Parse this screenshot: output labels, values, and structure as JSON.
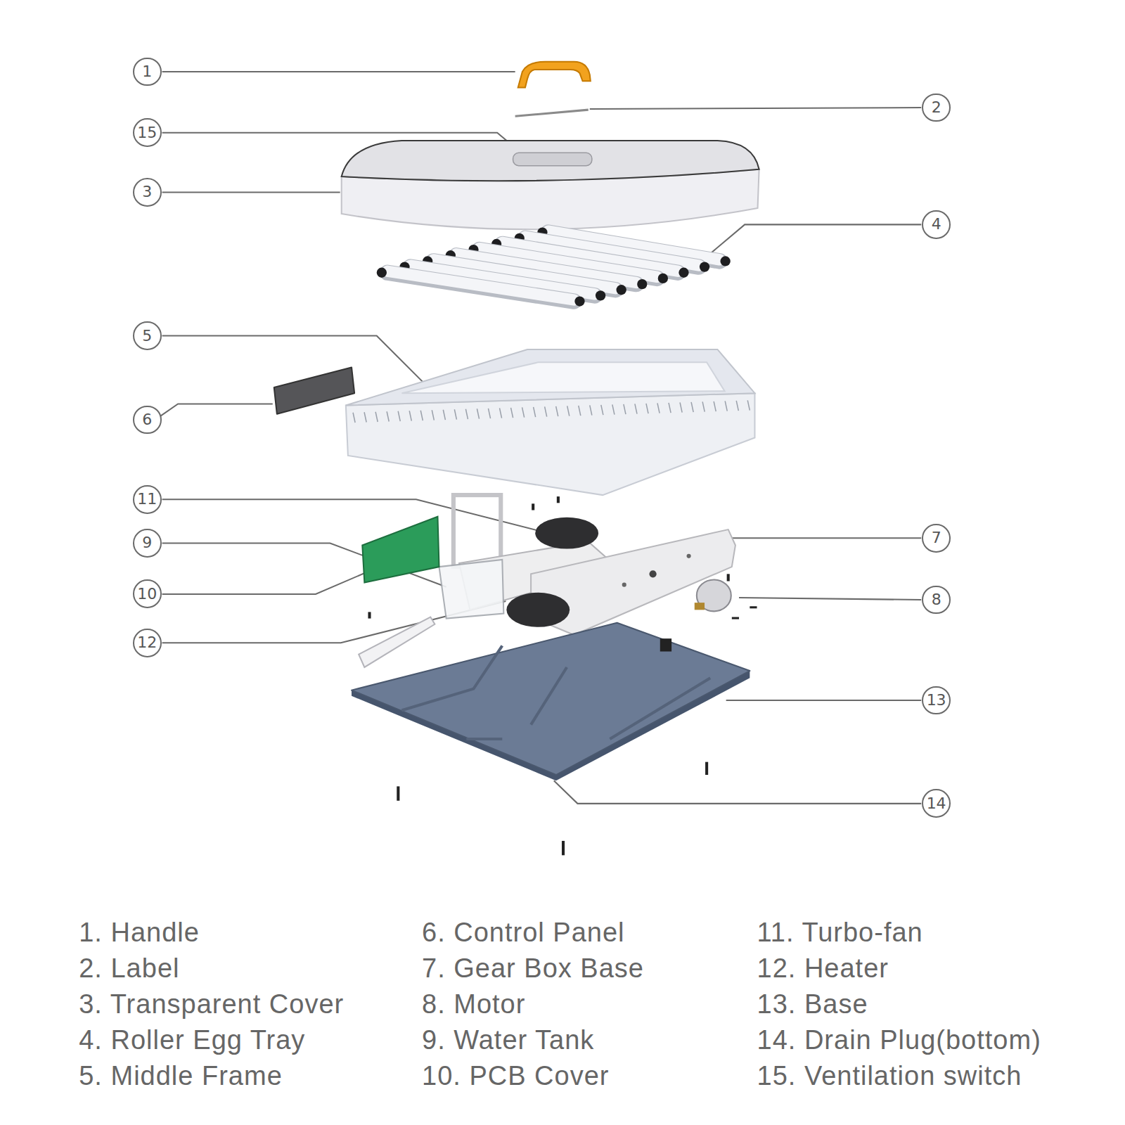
{
  "diagram": {
    "nodes": [
      {
        "text": [
          "1"
        ]
      },
      {
        "text": [
          "2"
        ]
      },
      {
        "text": [
          "15"
        ]
      },
      {
        "text": [
          "3"
        ]
      },
      {
        "text": [
          "4"
        ]
      },
      {
        "text": [
          "5"
        ]
      },
      {
        "text": [
          "6"
        ]
      },
      {
        "text": [
          "11"
        ]
      },
      {
        "text": [
          "7"
        ]
      },
      {
        "text": [
          "9"
        ]
      },
      {
        "text": [
          "8"
        ]
      },
      {
        "text": [
          "10"
        ]
      },
      {
        "text": [
          "12"
        ]
      },
      {
        "text": [
          "13"
        ]
      },
      {
        "text": [
          "14"
        ]
      }
    ],
    "labels": [
      "1. Handle",
      "2. Label",
      "3. Transparent Cover",
      "4. Roller Egg Tray",
      "5. Middle Frame",
      "6. Control Panel",
      "7. Gear Box Base",
      "8. Motor",
      "9. Water Tank",
      "10. PCB Cover",
      "11. Turbo-fan",
      "12. Heater",
      "13. Base",
      "14. Drain Plug(bottom)",
      "15. Ventilation switch"
    ]
  }
}
